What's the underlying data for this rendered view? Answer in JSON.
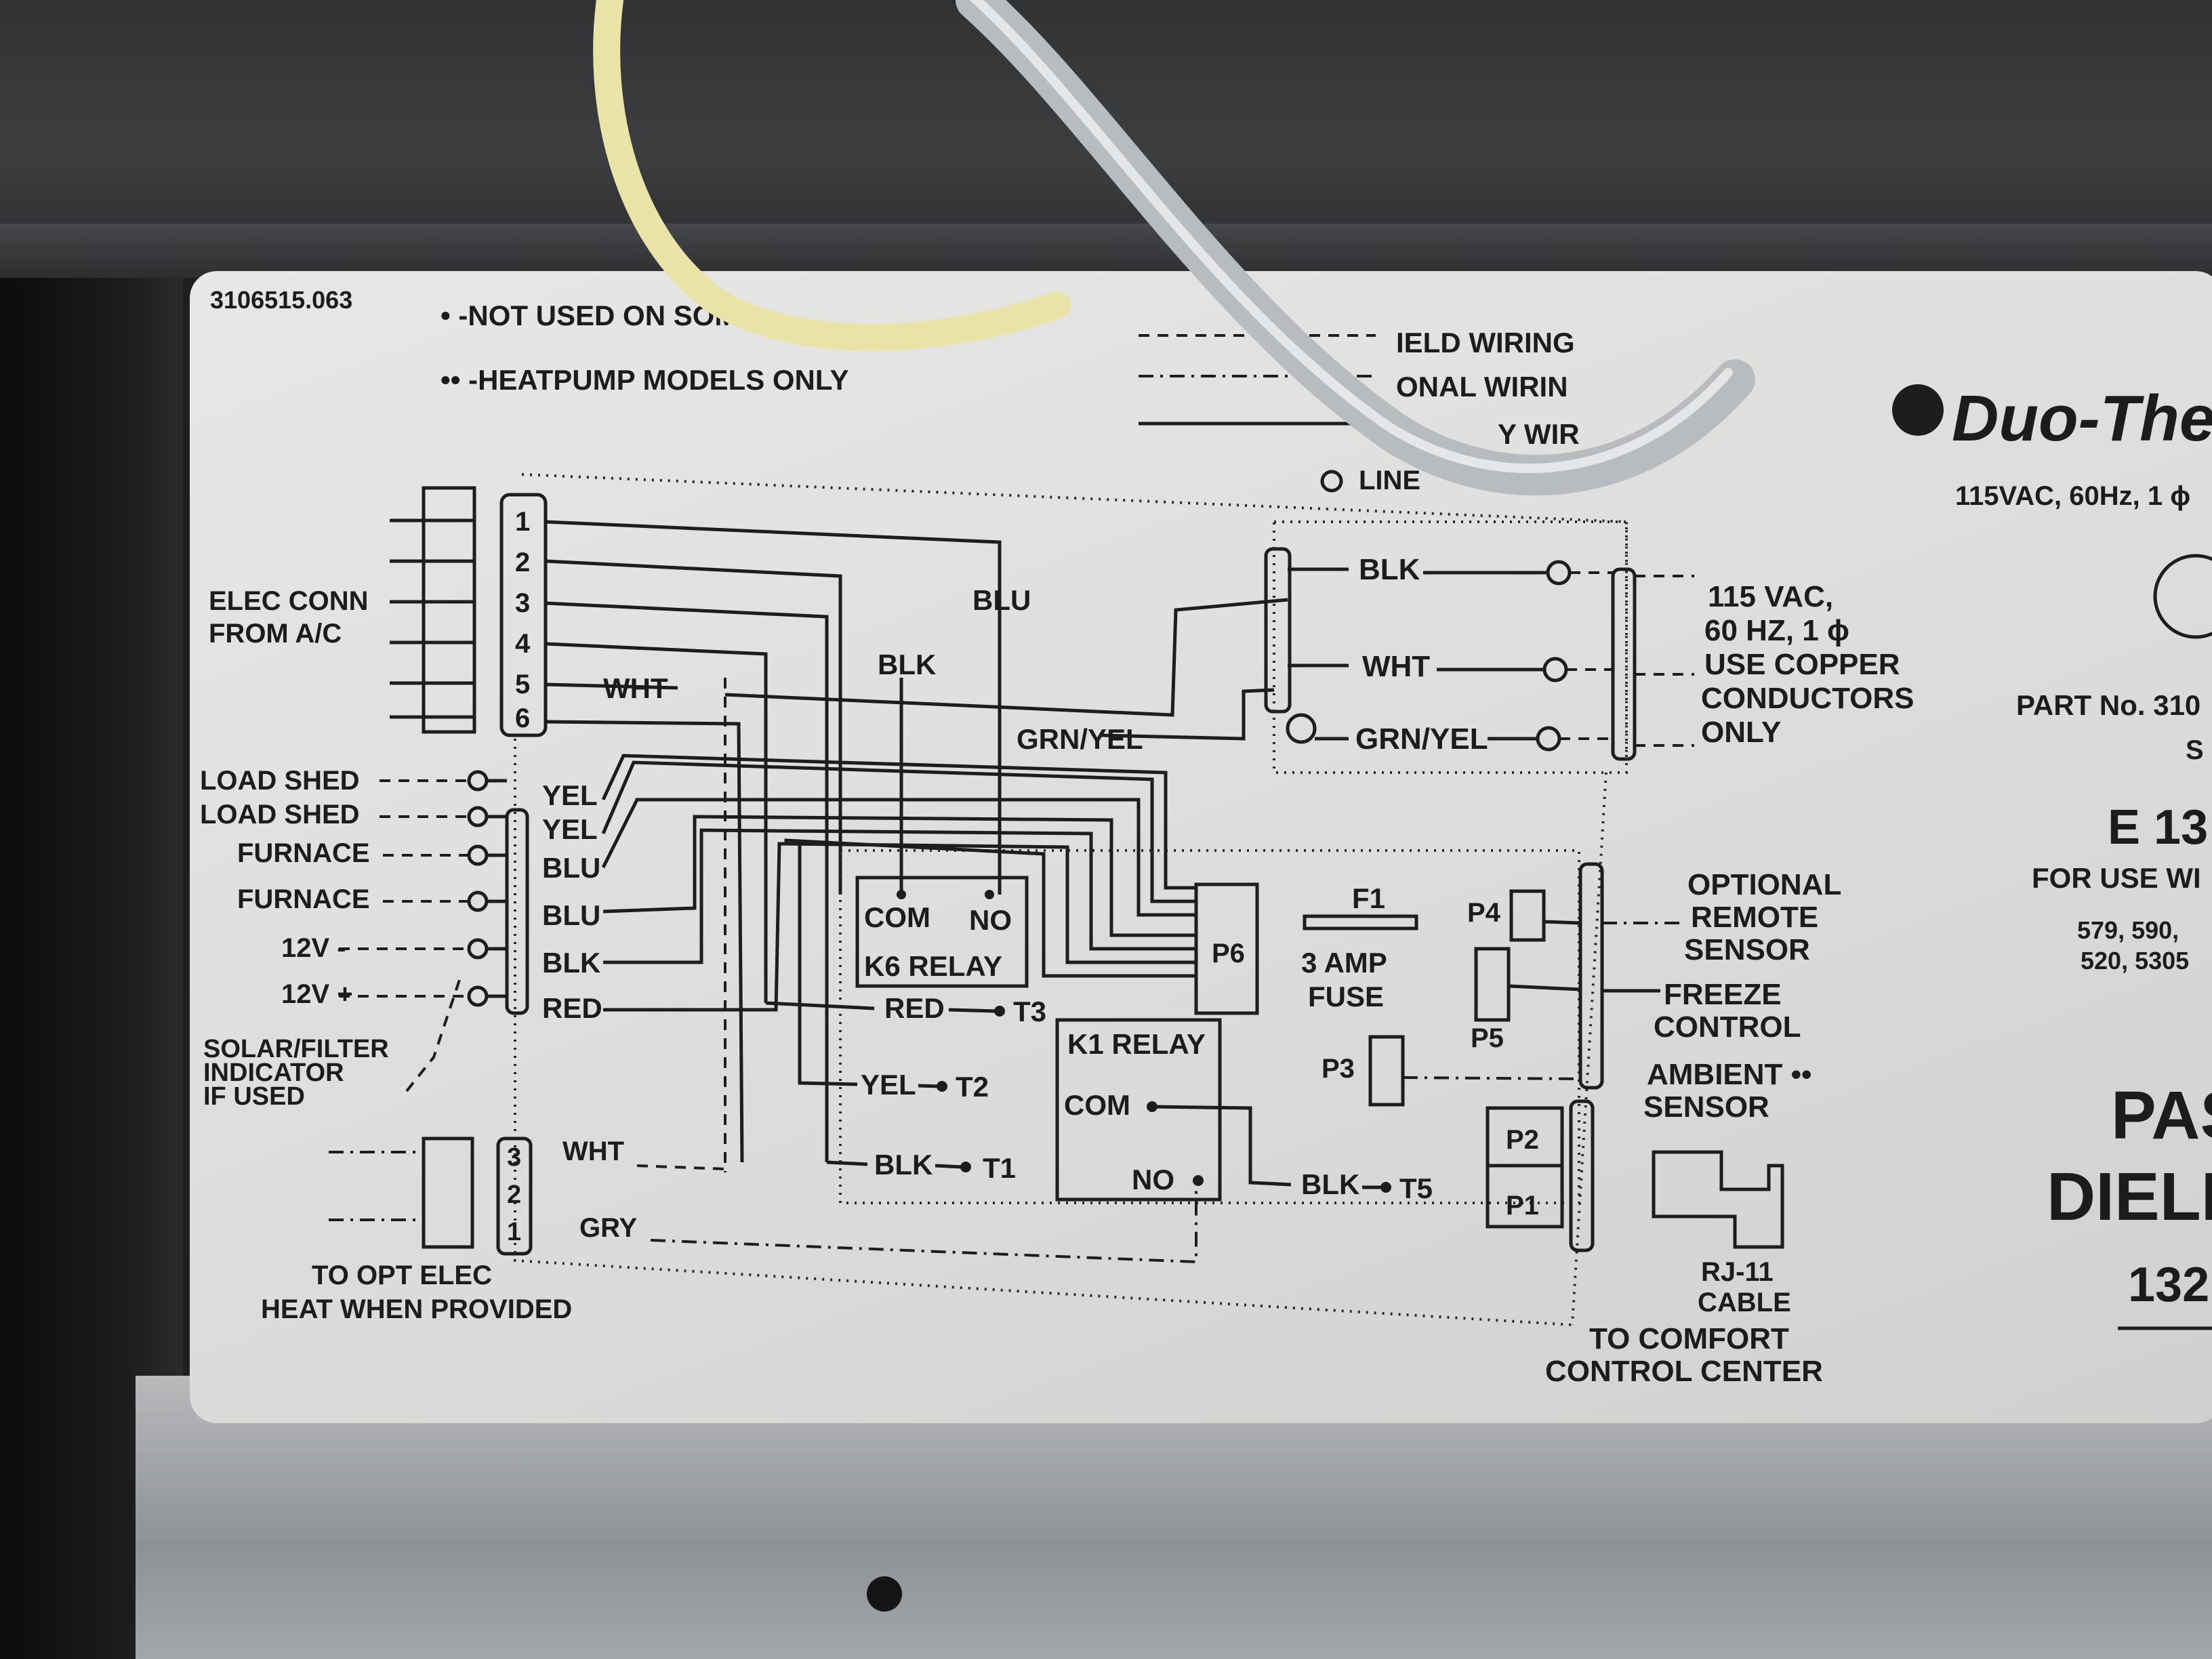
{
  "part_code": "3106515.063",
  "notes": {
    "note1": "• -NOT USED ON SOME",
    "note2": "•• -HEATPUMP MODELS ONLY"
  },
  "legend": {
    "field_wiring": "IELD WIRING",
    "optional_wiring": "ONAL WIRIN",
    "factory_wiring": "Y WIR",
    "line": "LINE"
  },
  "brand": {
    "name": "Duo-Therm",
    "rating": "115VAC, 60Hz, 1 ϕ",
    "part_no": "PART No. 310",
    "model_letter": "E 13",
    "for_use": "FOR USE WI",
    "models_line1": "579, 590,",
    "models_line2": "520, 5305",
    "pas": "PAS",
    "diel": "DIELI",
    "num": "132",
    "s": "S"
  },
  "connector": {
    "pins": [
      "1",
      "2",
      "3",
      "4",
      "5",
      "6"
    ],
    "label": [
      "ELEC CONN",
      "FROM A/C"
    ]
  },
  "wires": {
    "blu": "BLU",
    "blk": "BLK",
    "wht": "WHT",
    "grn_yel": "GRN/YEL"
  },
  "power_input": {
    "blk": "BLK",
    "wht": "WHT",
    "grn_yel": "GRN/YEL",
    "note": [
      "115 VAC,",
      "60 HZ, 1 ϕ",
      "USE COPPER",
      "CONDUCTORS",
      "ONLY"
    ]
  },
  "terminals": [
    {
      "name": "LOAD SHED",
      "color": "YEL"
    },
    {
      "name": "LOAD SHED",
      "color": "YEL"
    },
    {
      "name": "FURNACE",
      "color": "BLU"
    },
    {
      "name": "FURNACE",
      "color": "BLU"
    },
    {
      "name": "12V -",
      "color": "BLK"
    },
    {
      "name": "12V +",
      "color": "RED"
    }
  ],
  "solar": [
    "SOLAR/FILTER",
    "INDICATOR",
    "IF USED"
  ],
  "relays": {
    "k6": {
      "com": "COM",
      "no": "NO",
      "title": "K6  RELAY"
    },
    "k1": {
      "title": "K1  RELAY",
      "com": "COM",
      "no": "NO"
    }
  },
  "outputs": {
    "t3": {
      "wire": "RED",
      "term": "T3"
    },
    "t2": {
      "wire": "YEL",
      "term": "T2"
    },
    "t1": {
      "wire": "BLK",
      "term": "T1"
    },
    "t5": {
      "wire": "BLK",
      "term": "T5"
    }
  },
  "board": {
    "p6": "P6",
    "f1": "F1",
    "fuse": [
      "3 AMP",
      "FUSE"
    ],
    "p4": "P4",
    "p5": "P5",
    "p3": "P3",
    "p2": "P2",
    "p1": "P1"
  },
  "sensors": {
    "remote": [
      "OPTIONAL",
      "REMOTE",
      "SENSOR"
    ],
    "freeze": [
      "FREEZE",
      "CONTROL"
    ],
    "ambient": [
      "AMBIENT ••",
      "SENSOR"
    ],
    "rj11": [
      "RJ-11",
      "CABLE"
    ],
    "comfort": [
      "TO COMFORT",
      "CONTROL CENTER"
    ]
  },
  "elec_heat": {
    "pins": [
      "3",
      "2",
      "1"
    ],
    "wht": "WHT",
    "gry": "GRY",
    "label": [
      "TO OPT ELEC",
      "HEAT WHEN PROVIDED"
    ]
  },
  "colors": {
    "label_bg": "#e0e0de",
    "ink": "#1d1d1d",
    "yellow_wire": "#e9e3a8",
    "gray_cable": "#b9bcbf"
  }
}
